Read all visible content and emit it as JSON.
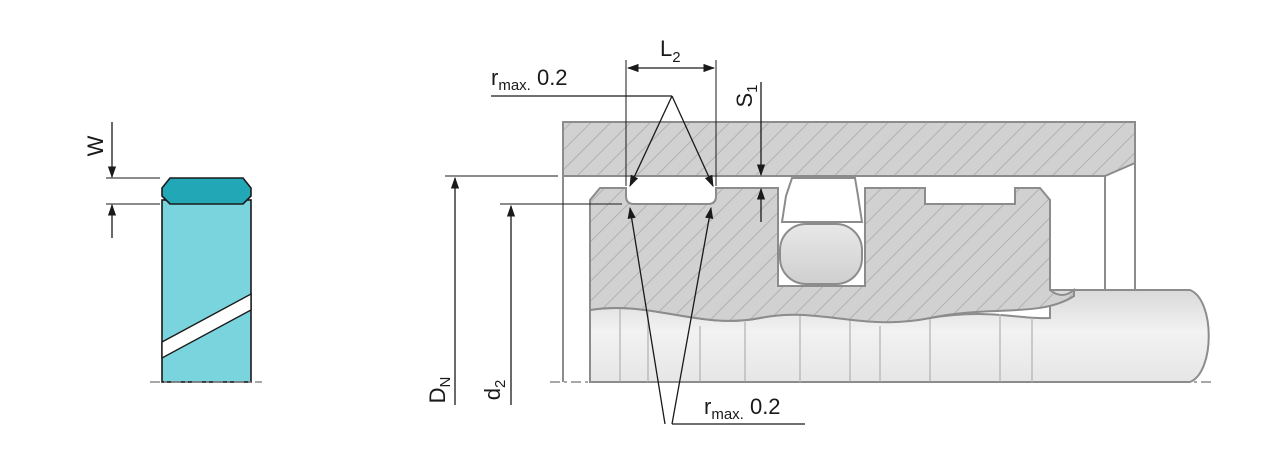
{
  "labels": {
    "w": "W",
    "l2_main": "L",
    "l2_sub": "2",
    "s1_main": "S",
    "s1_sub": "1",
    "dn_main": "D",
    "dn_sub": "N",
    "d2_main": "d",
    "d2_sub": "2",
    "rmax_top_main": "r",
    "rmax_top_sub": "max.",
    "rmax_top_val": " 0.2",
    "rmax_bottom_main": "r",
    "rmax_bottom_sub": "max.",
    "rmax_bottom_val": " 0.2"
  },
  "colors": {
    "ring_body": "#7ad4de",
    "ring_top": "#22a7b7",
    "hatch_fill": "#cfcfcf",
    "hatch_line": "#a8a8a8",
    "rod": "#e2e2e2",
    "outline": "#8c8c8c",
    "ink": "#1a1a1a"
  }
}
